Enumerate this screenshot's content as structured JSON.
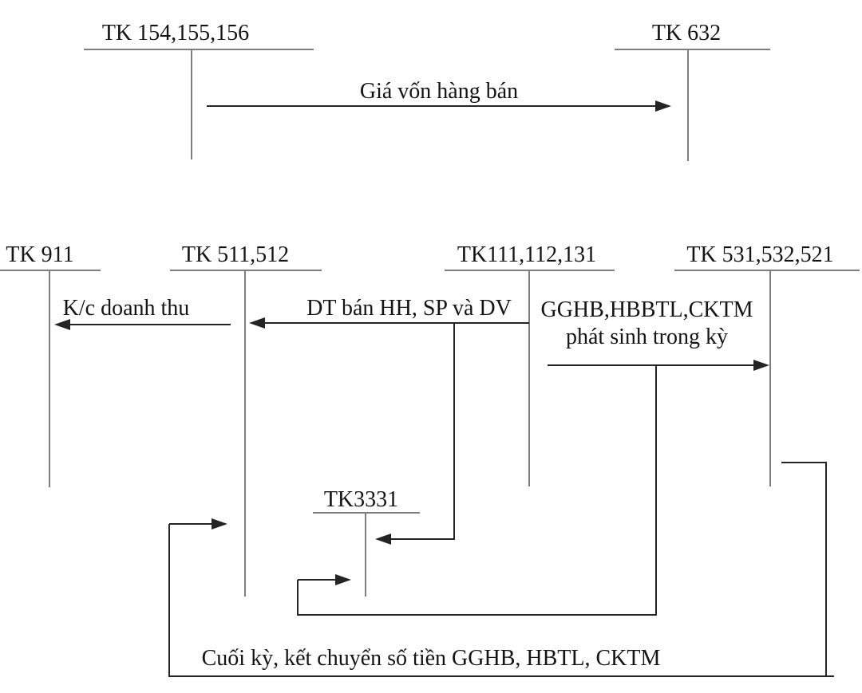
{
  "diagram": {
    "type": "vietnamese-accounting-t-account-flow",
    "background": "#ffffff",
    "colors": {
      "account_line": "#7e7e7e",
      "flow_line": "#242424",
      "text": "#141414"
    },
    "accounts": {
      "tk154": {
        "label": "TK 154,155,156"
      },
      "tk632": {
        "label": "TK 632"
      },
      "tk911": {
        "label": "TK 911"
      },
      "tk511": {
        "label": "TK 511,512"
      },
      "tk111": {
        "label": "TK111,112,131"
      },
      "tk531": {
        "label": "TK 531,532,521"
      },
      "tk3331": {
        "label": "TK3331"
      }
    },
    "flows": {
      "cogs": {
        "label": "Giá vốn hàng bán",
        "from": "TK 154,155,156",
        "to": "TK 632",
        "direction": "right"
      },
      "kc_doanh_thu": {
        "label": "K/c doanh thu",
        "from": "TK 511,512",
        "to": "TK 911",
        "direction": "left"
      },
      "dt_ban": {
        "label": "DT bán HH, SP và DV",
        "from": "TK111,112,131",
        "to": "TK 511,512",
        "direction": "left"
      },
      "vat_output": {
        "label": "",
        "from": "DT bán HH, SP và DV line",
        "to": "TK3331",
        "direction": "left"
      },
      "gghb": {
        "label_line1": "GGHB,HBBTL,CKTM",
        "label_line2": "phát sinh trong kỳ",
        "from": "TK111,112,131",
        "to": "TK 531,532,521",
        "direction": "right"
      },
      "gghb_to_3331": {
        "label": "",
        "from": "GGHB line",
        "to": "TK3331",
        "direction": "right"
      },
      "cuoi_ky": {
        "label": "Cuối kỳ, kết chuyển số tiền GGHB, HBTL, CKTM",
        "from": "TK 531,532,521",
        "to": "TK 511,512",
        "direction": "right"
      }
    }
  }
}
